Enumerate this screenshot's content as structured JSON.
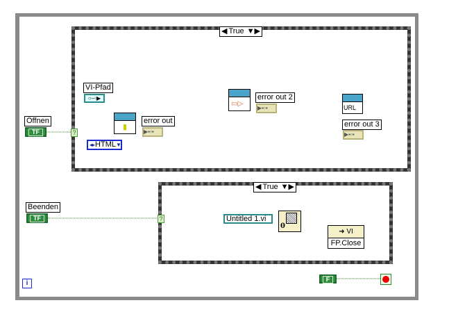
{
  "outer_case": {
    "selector": "True"
  },
  "inner_case": {
    "selector": "True"
  },
  "controls": {
    "oeffnen": {
      "label": "Öffnen",
      "value": "TF"
    },
    "beenden": {
      "label": "Beenden",
      "value": "TF"
    },
    "vi_pfad": {
      "label": "VI-Pfad"
    },
    "html_enum": {
      "value": "HTML"
    },
    "vi_ref": {
      "value": "Untitled 1.vi"
    },
    "stop_const": {
      "value": "F"
    }
  },
  "indicators": {
    "error_out": "error out",
    "error_out_2": "error out 2",
    "error_out_3": "error out 3"
  },
  "nodes": {
    "fp_close": {
      "top": "VI",
      "bottom": "FP.Close"
    },
    "url_node": "URL",
    "index_const": "0"
  },
  "selector_terminal": "?"
}
